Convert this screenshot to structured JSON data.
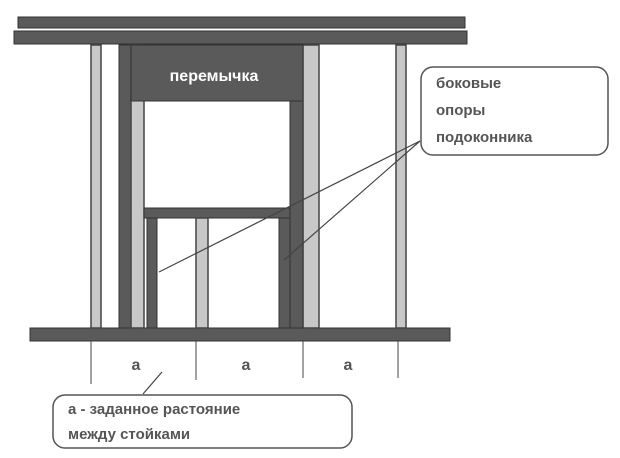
{
  "header_label": "перемычка",
  "callout_supports": {
    "line1": "боковые",
    "line2": "опоры",
    "line3": "подоконника"
  },
  "spacing": {
    "label_1": "а",
    "label_2": "а",
    "label_3": "а"
  },
  "legend": {
    "line1": "а - заданное растояние",
    "line2": "между стойками"
  },
  "colors": {
    "beam_dark": "#555555",
    "stud_light": "#c8c8c8",
    "outline": "#3a3a3a",
    "text": "#555555",
    "header_text": "#ffffff"
  }
}
